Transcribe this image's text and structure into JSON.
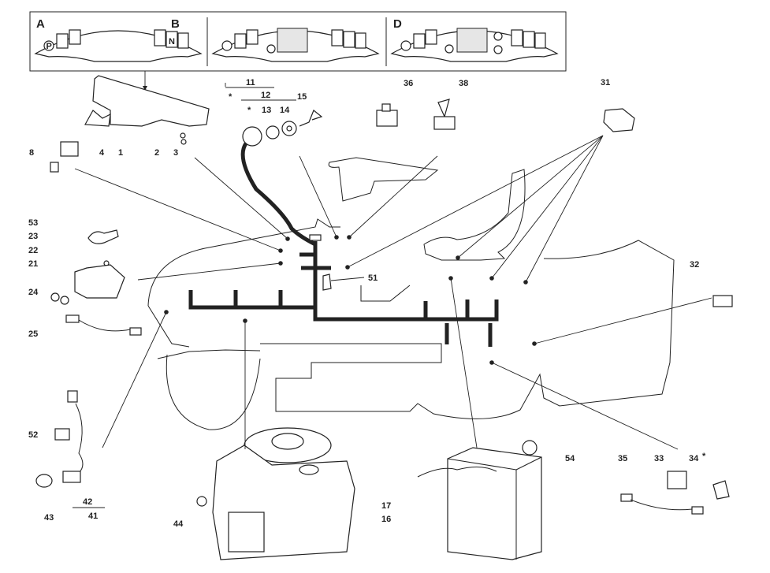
{
  "panel_variants": [
    "A",
    "B",
    "D"
  ],
  "panel_icons": {
    "parking": "P",
    "neutral": "N"
  },
  "part_numbers": {
    "p1": "1",
    "p2": "2",
    "p3": "3",
    "p4": "4",
    "p8": "8",
    "p11": "11",
    "p12": "12",
    "p13": "13",
    "p14": "14",
    "p15": "15",
    "p16": "16",
    "p17": "17",
    "p21": "21",
    "p22": "22",
    "p23": "23",
    "p24": "24",
    "p25": "25",
    "p31": "31",
    "p32": "32",
    "p33": "33",
    "p34": "34",
    "p35": "35",
    "p36": "36",
    "p38": "38",
    "p41": "41",
    "p42": "42",
    "p43": "43",
    "p44": "44",
    "p51": "51",
    "p52": "52",
    "p53": "53",
    "p54": "54"
  },
  "asterisk": "*"
}
